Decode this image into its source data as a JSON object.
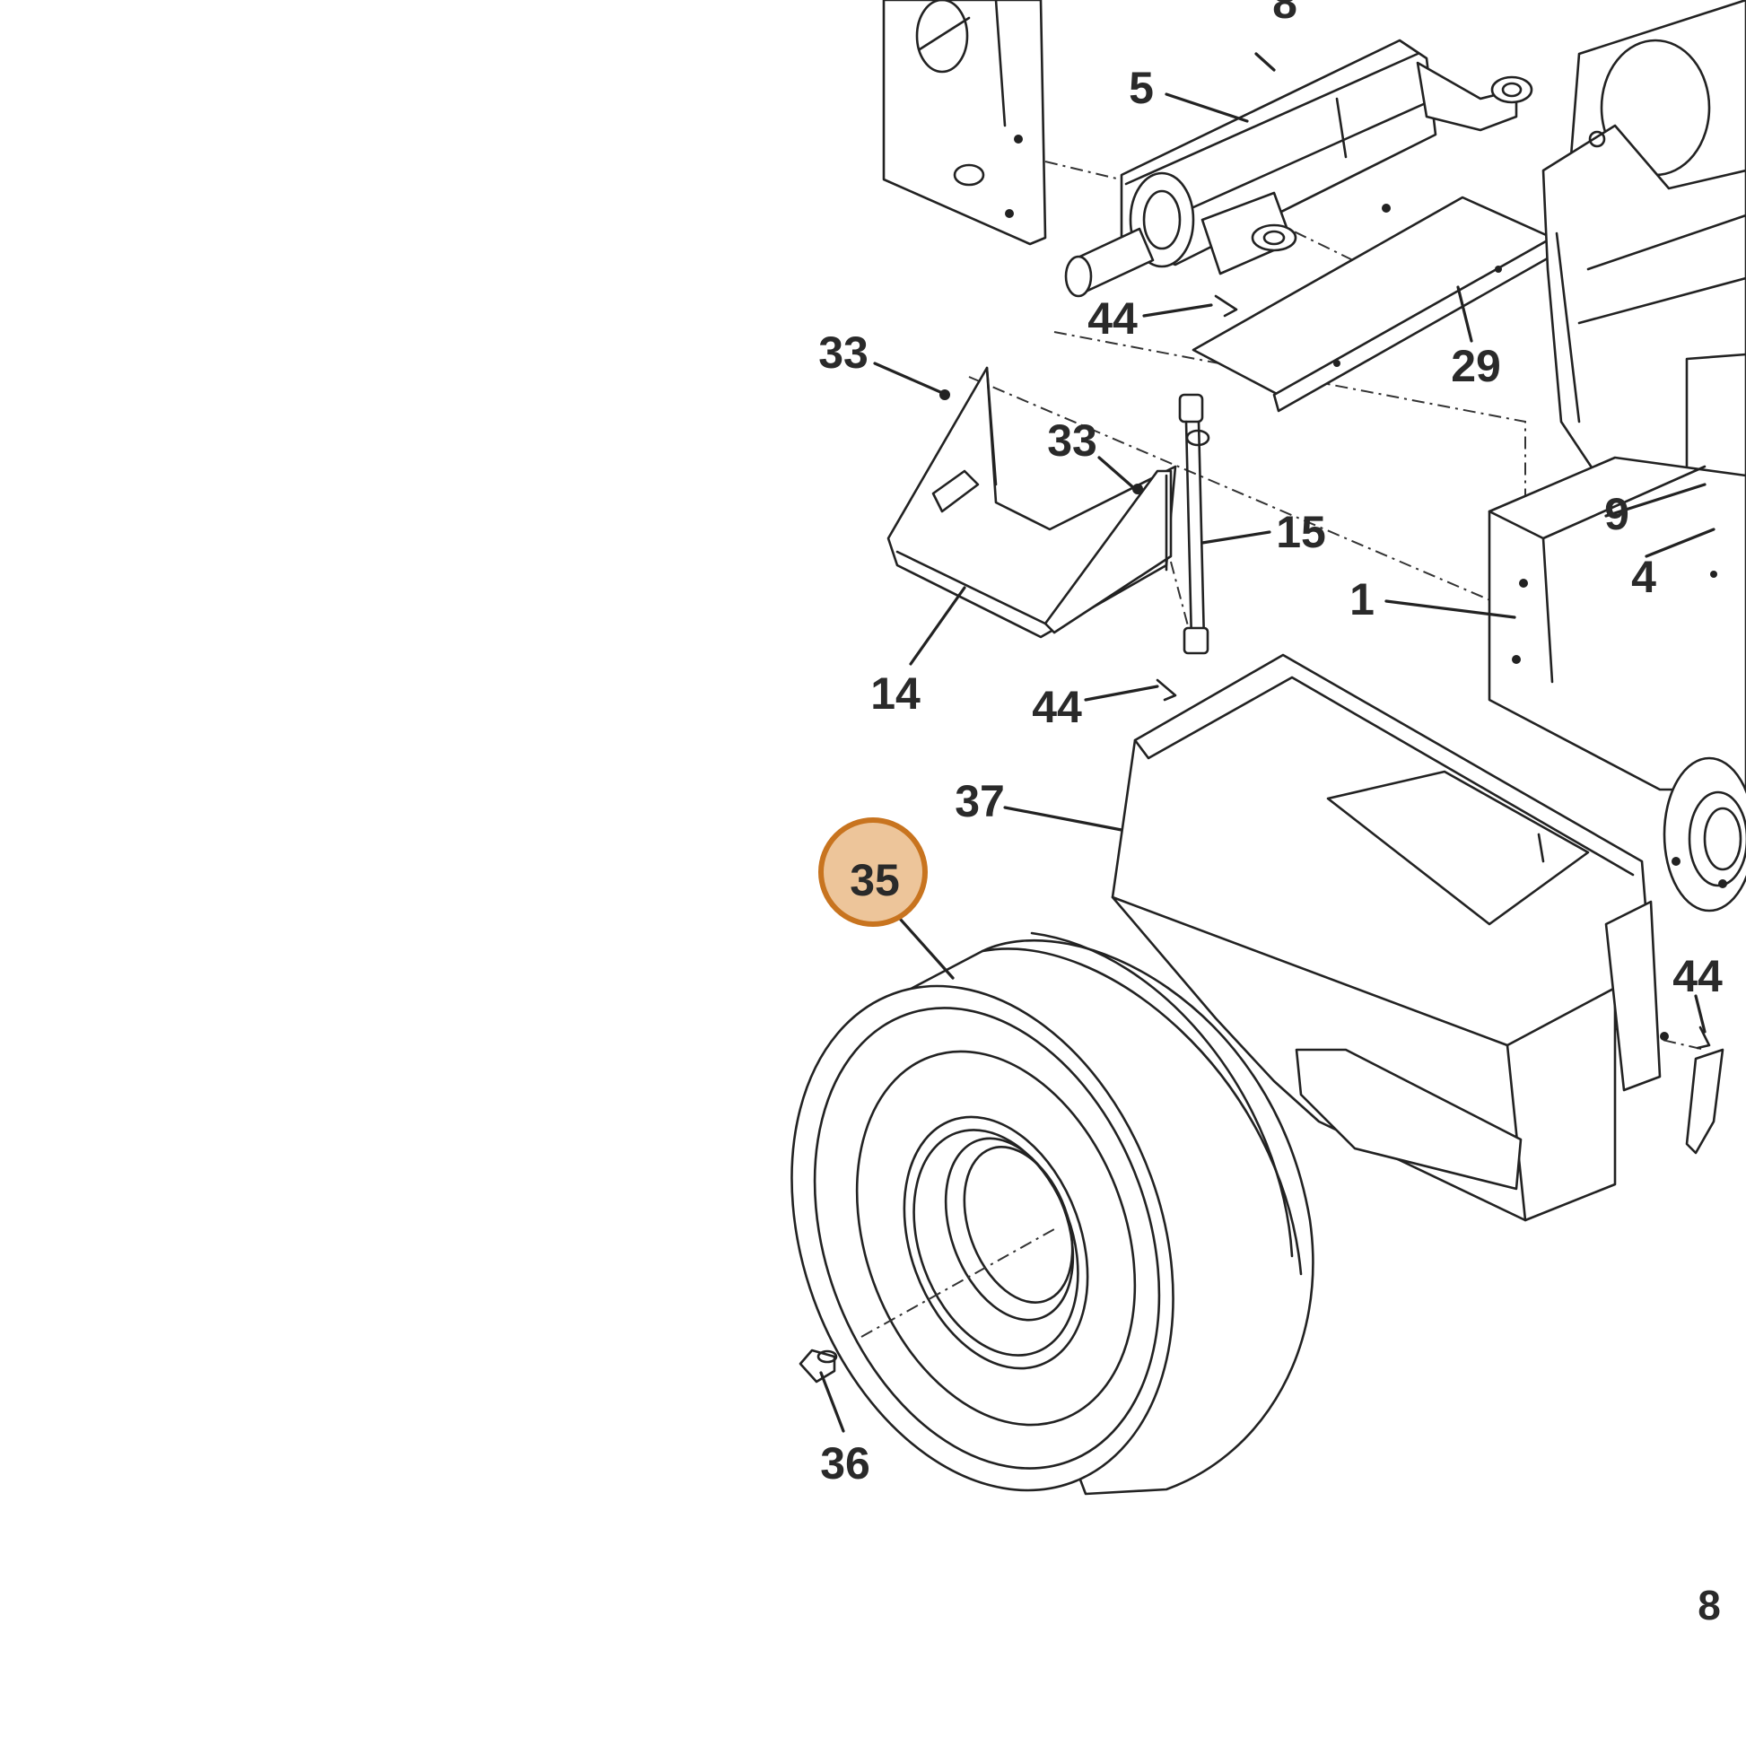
{
  "callouts": {
    "c8": "8",
    "c5": "5",
    "c44a": "44",
    "c29": "29",
    "c33a": "33",
    "c33b": "33",
    "c15": "15",
    "c9": "9",
    "c4": "4",
    "c1": "1",
    "c14": "14",
    "c44b": "44",
    "c37": "37",
    "c35": "35",
    "c44c": "44",
    "c36": "36"
  },
  "highlight": {
    "part": "35",
    "fill": "#edc59a",
    "stroke": "#c8741f"
  },
  "page_number": "8"
}
